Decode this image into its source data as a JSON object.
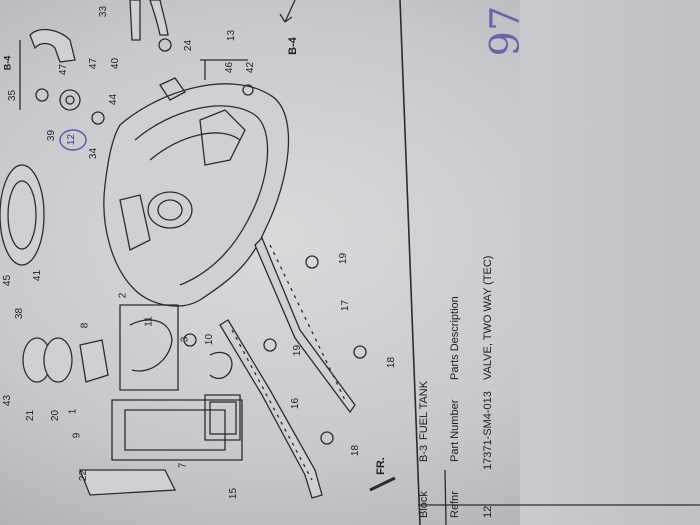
{
  "sheet": {
    "block_code": "B-3",
    "block_title": "FUEL TANK",
    "ref_marker_right": "B-4",
    "ref_marker_left": "B-4",
    "fr_arrow": "FR."
  },
  "table": {
    "headers": [
      "Block",
      "Refnr",
      "Part Number",
      "Parts Description"
    ],
    "rows": [
      {
        "refnr": "12",
        "part_number": "17371-SM4-013",
        "description": "VALVE, TWO WAY (TEC)"
      }
    ]
  },
  "handwritten_note": "97",
  "callouts": [
    "33",
    "47",
    "47",
    "35",
    "40",
    "46",
    "42",
    "13",
    "24",
    "44",
    "39",
    "12",
    "34",
    "45",
    "41",
    "38",
    "8",
    "2",
    "11",
    "3",
    "10",
    "19",
    "17",
    "19",
    "18",
    "43",
    "21",
    "20",
    "1",
    "9",
    "16",
    "18",
    "22",
    "7",
    "15"
  ],
  "highlight": {
    "circled_callout": "12",
    "color": "#5a55a8"
  }
}
